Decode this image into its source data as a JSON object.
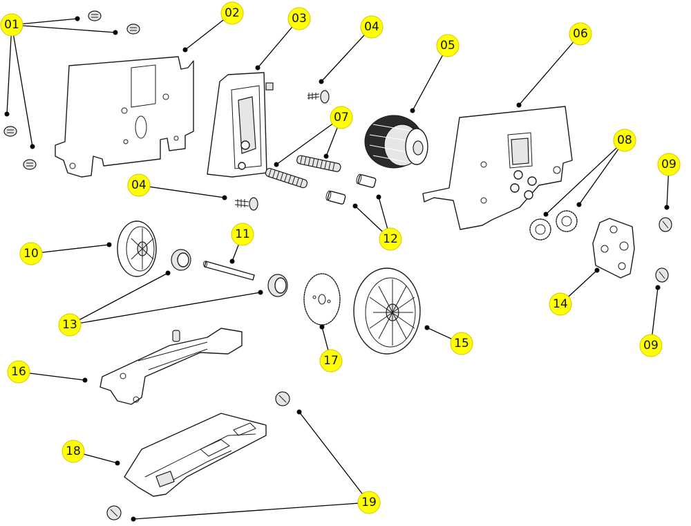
{
  "callouts": {
    "c01": "01",
    "c02": "02",
    "c03": "03",
    "c04a": "04",
    "c04b": "04",
    "c05": "05",
    "c06": "06",
    "c07": "07",
    "c08": "08",
    "c09a": "09",
    "c09b": "09",
    "c10": "10",
    "c11": "11",
    "c12": "12",
    "c13": "13",
    "c14": "14",
    "c15": "15",
    "c16": "16",
    "c17": "17",
    "c18": "18",
    "c19": "19"
  },
  "colors": {
    "callout_fill": "#ffff00",
    "line": "#000000",
    "background": "#ffffff"
  }
}
